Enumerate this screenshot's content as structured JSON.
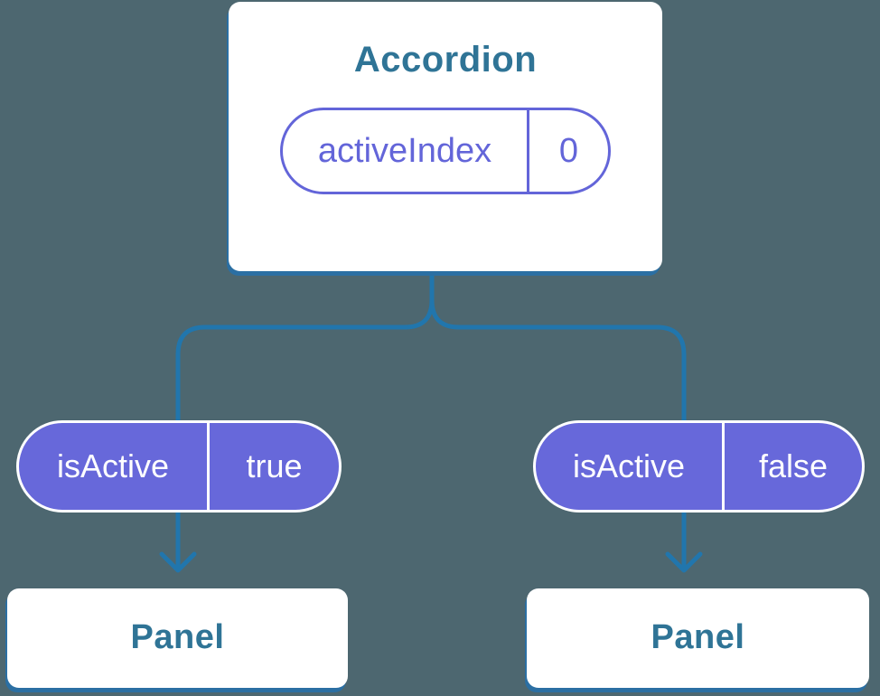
{
  "colors": {
    "background": "#4d6770",
    "connector_blue": "#2176ad",
    "box_shadow_blue": "#2b6fa3",
    "heading_teal": "#2f7496",
    "state_accent_purple": "#6365d9",
    "prop_pill_fill": "#6768da",
    "prop_pill_text": "#ffffff",
    "box_fill": "#ffffff"
  },
  "tree": {
    "root": {
      "title": "Accordion",
      "state": {
        "label": "activeIndex",
        "value": "0"
      }
    },
    "branches": [
      {
        "prop": {
          "label": "isActive",
          "value": "true"
        },
        "child": {
          "title": "Panel"
        }
      },
      {
        "prop": {
          "label": "isActive",
          "value": "false"
        },
        "child": {
          "title": "Panel"
        }
      }
    ]
  }
}
